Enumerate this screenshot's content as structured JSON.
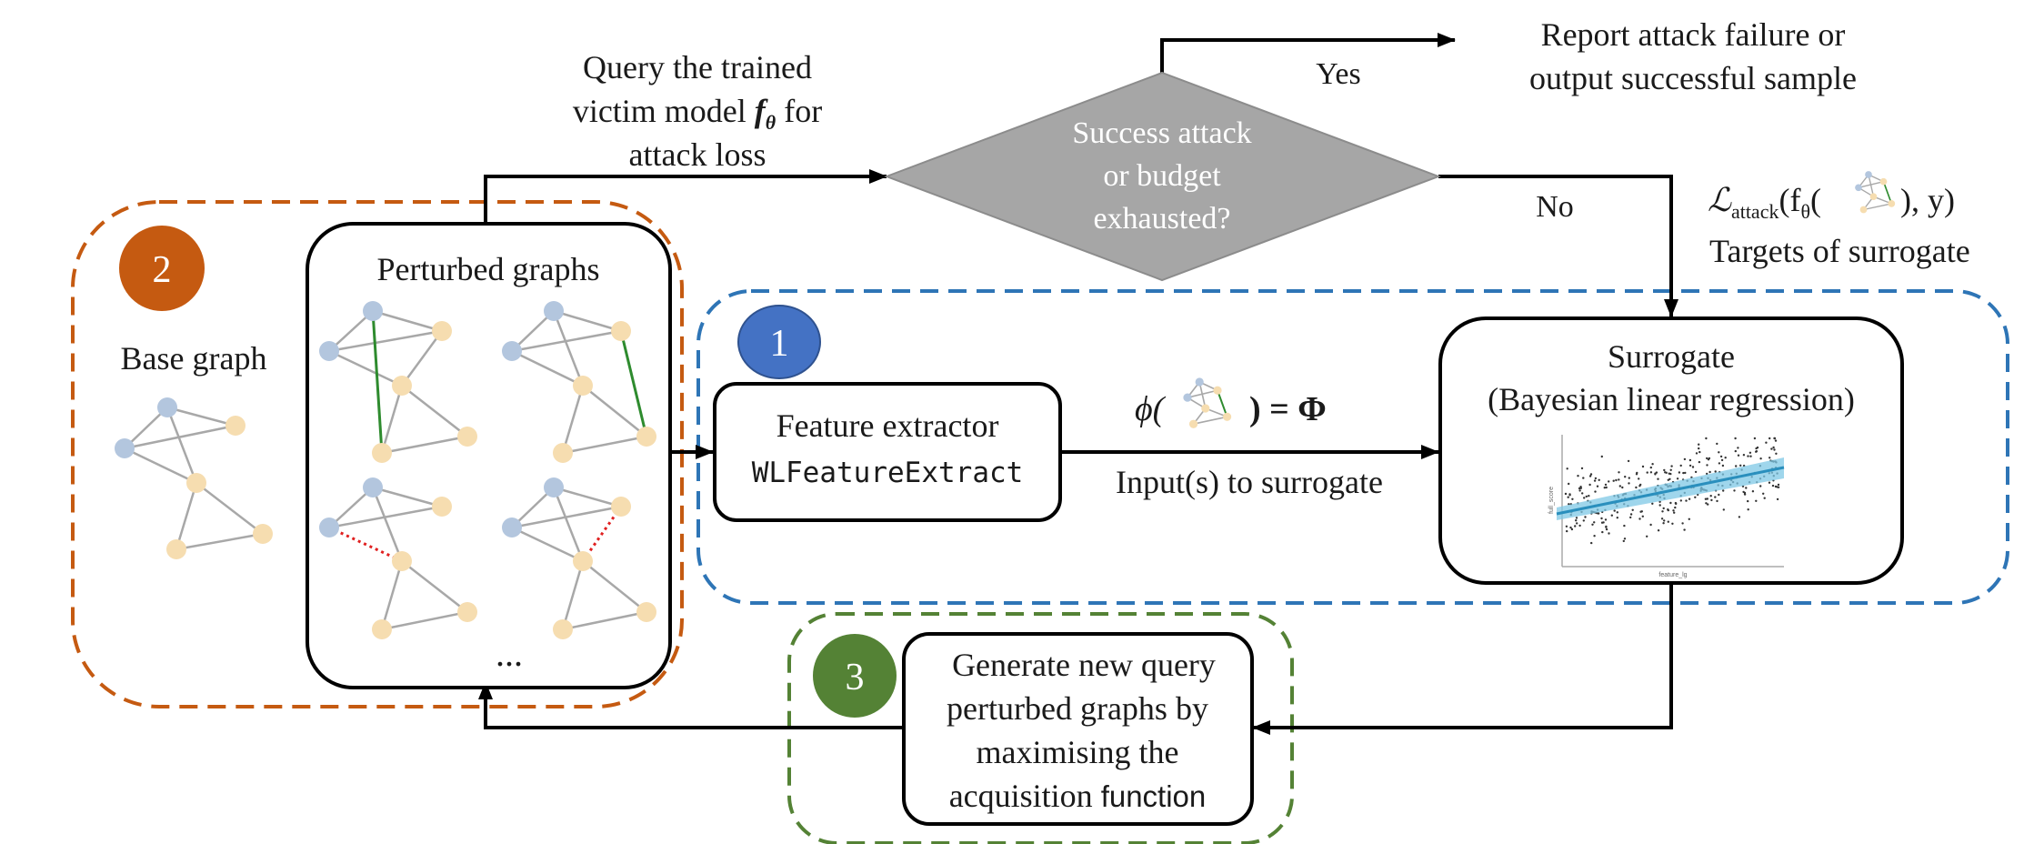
{
  "colors": {
    "orange_region": "#c55a11",
    "blue_region": "#2e75b6",
    "green_region": "#548235",
    "badge_1": "#4472c4",
    "badge_2": "#c55a11",
    "badge_3": "#548235",
    "decision_fill": "#a6a6a6",
    "node_blue": "#b3c6de",
    "node_orange": "#f6ddb0",
    "added_edge": "#2e8b2e",
    "removed_edge": "#e02020",
    "regression_line": "#2a8fbd"
  },
  "badges": {
    "one": "1",
    "two": "2",
    "three": "3"
  },
  "base_graph": {
    "label": "Base graph"
  },
  "perturbed": {
    "title": "Perturbed graphs",
    "ellipsis": "..."
  },
  "feature_extractor": {
    "line1": "Feature extractor",
    "line2": "WLFeatureExtract"
  },
  "surrogate": {
    "line1": "Surrogate",
    "line2": "(Bayesian linear regression)"
  },
  "regression_plot": {
    "x_axis_label": "feature_lg",
    "y_axis_label": "full_score"
  },
  "phi": {
    "prefix": "ϕ(",
    "suffix": ") = Φ",
    "caption": "Input(s) to surrogate"
  },
  "query": {
    "line1": "Query the trained",
    "line2a": "victim model ",
    "line2_symbol": "f",
    "line2_sub": "θ",
    "line2b": " for",
    "line3": "attack loss"
  },
  "decision": {
    "line1": "Success attack",
    "line2": "or budget",
    "line3": "exhausted?",
    "yes": "Yes",
    "no": "No"
  },
  "report": {
    "line1": "Report attack failure or",
    "line2": "output successful sample"
  },
  "loss": {
    "symbol": "ℒ",
    "sub": "attack",
    "open": "(f",
    "open_sub": "θ",
    "open2": "(",
    "close": "), y)",
    "caption": "Targets of surrogate"
  },
  "acquisition": {
    "line1": "Generate new query",
    "line2": "perturbed graphs by",
    "line3": "maximising the",
    "line4a": "acquisition ",
    "line4b": "function"
  }
}
